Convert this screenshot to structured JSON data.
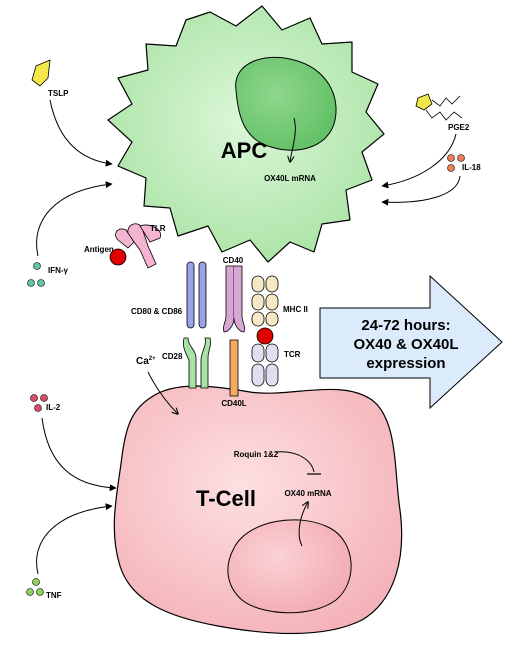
{
  "cells": {
    "apc": "APC",
    "tcell": "T-Cell",
    "apc_color": "#c8f0c4",
    "tcell_color": "#f8c8cc"
  },
  "apc_labels": {
    "ox40l_mrna": "OX40L mRNA",
    "tlr": "TLR",
    "antigen": "Antigen"
  },
  "tcell_labels": {
    "roquin": "Roquin 1&2",
    "ox40_mrna": "OX40 mRNA"
  },
  "synapse": {
    "cd80_cd86": "CD80 & CD86",
    "cd40": "CD40",
    "mhc2": "MHC II",
    "cd28": "CD28",
    "cd40l": "CD40L",
    "tcr": "TCR",
    "ca": "Ca",
    "ca_sup": "2+"
  },
  "factors": {
    "tslp": "TSLP",
    "pge2": "PGE2",
    "il18": "IL-18",
    "ifng": "IFN-γ",
    "il2": "IL-2",
    "tnf": "TNF"
  },
  "callout": {
    "line1": "24-72 hours:",
    "line2": "OX40 & OX40L",
    "line3": "expression"
  }
}
